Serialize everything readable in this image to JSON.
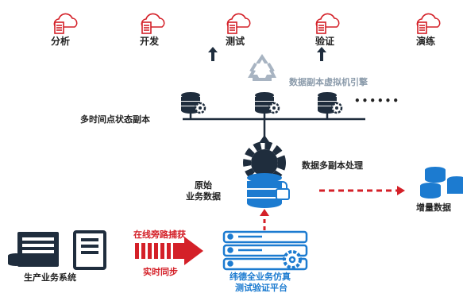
{
  "top_items": [
    {
      "label": "分析",
      "icon": "cloud-doc-icon"
    },
    {
      "label": "开发",
      "icon": "cloud-doc-icon"
    },
    {
      "label": "测试",
      "icon": "cloud-doc-icon"
    },
    {
      "label": "验证",
      "icon": "cloud-doc-icon"
    },
    {
      "label": "演练",
      "icon": "cloud-doc-icon"
    }
  ],
  "virtual_engine_label": "数据副本虚拟机引擎",
  "snapshot_label": "多时间点状态副本",
  "dots": "••••••",
  "processing_label": "数据多副本处理",
  "original_label_line1": "原始",
  "original_label_line2": "业务数据",
  "incremental_label": "增量数据",
  "bypass_label": "在线旁路捕获",
  "sync_label": "实时同步",
  "production_label": "生产业务系统",
  "platform_label_line1": "纬德全业务仿真",
  "platform_label_line2": "测试验证平台",
  "colors": {
    "red": "#d42028",
    "blue": "#1c7bd0",
    "dark": "#1f2d3d",
    "gray": "#a8b4c2"
  }
}
